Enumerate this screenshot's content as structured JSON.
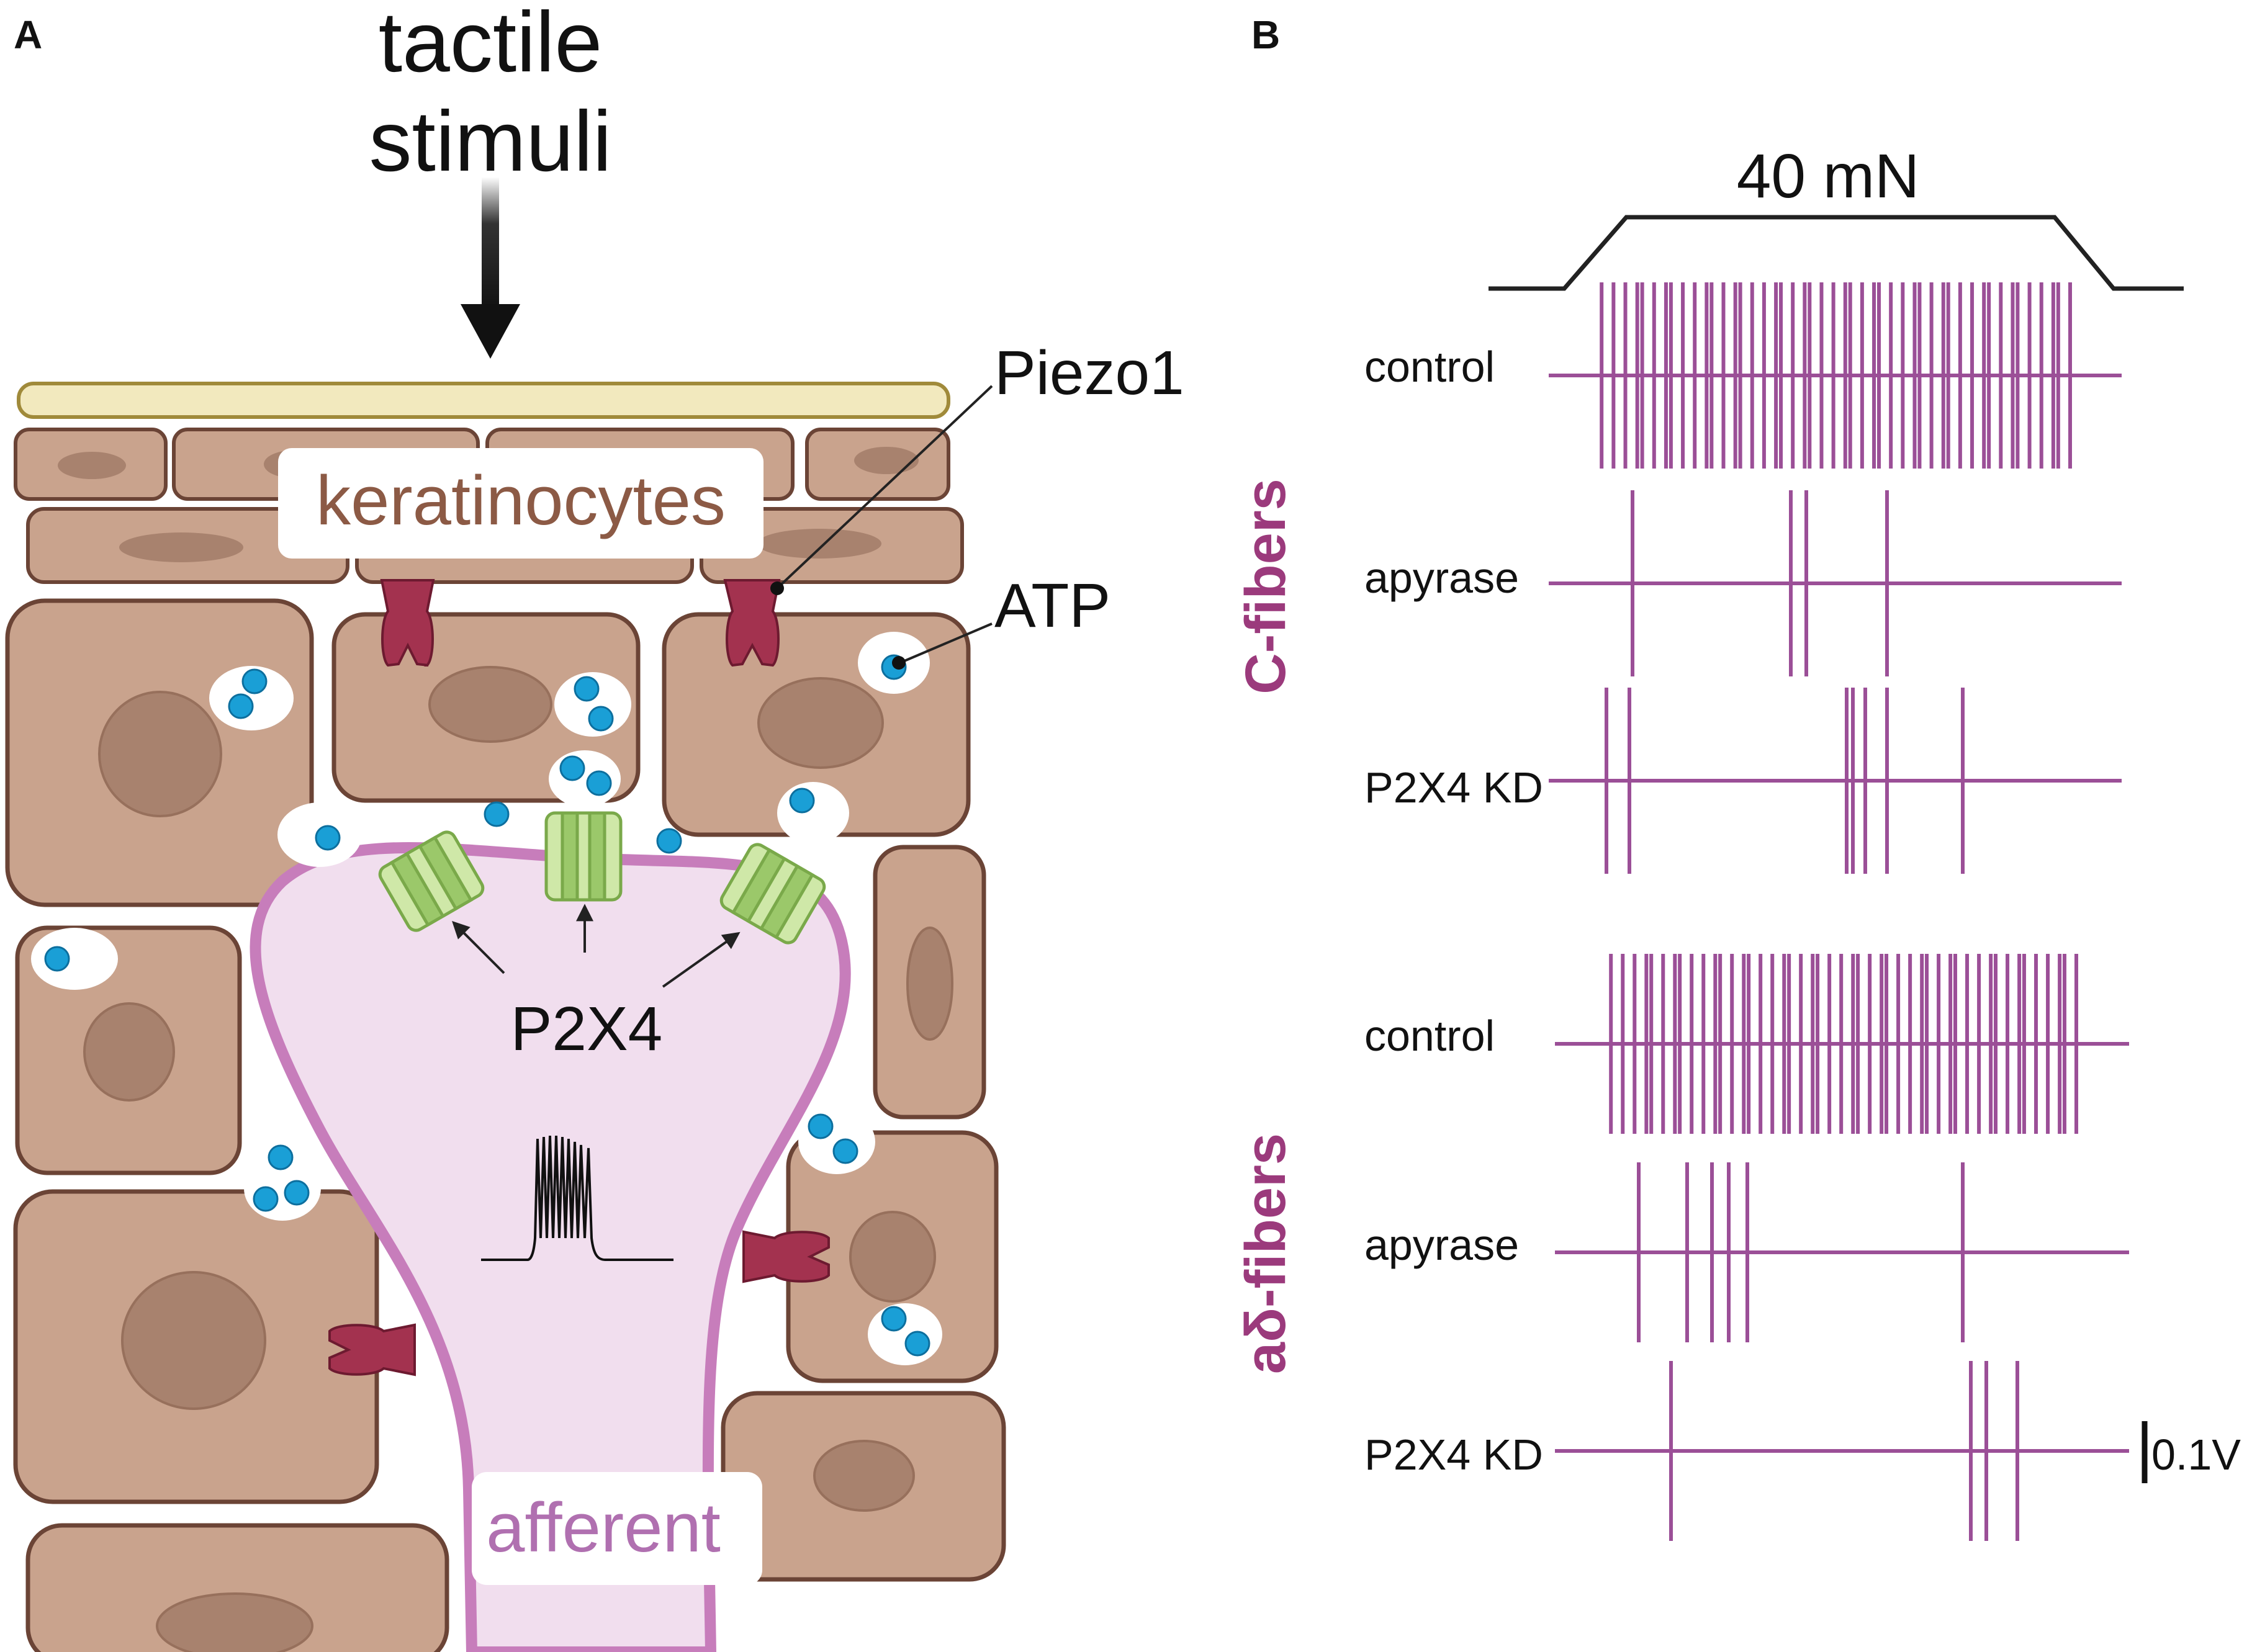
{
  "panel_a": {
    "letter": "A",
    "stimulus_line1": "tactile",
    "stimulus_line2": "stimuli",
    "keratinocytes_label": "keratinocytes",
    "piezo_label": "Piezo1",
    "atp_label": "ATP",
    "p2x4_label": "P2X4",
    "afferent_label": "afferent",
    "colors": {
      "cell_fill": "#c9a38d",
      "cell_border": "#6b4436",
      "nucleus": "#a8826e",
      "stratum_corneum": "#f2e9be",
      "afferent_fill": "#f1deee",
      "afferent_border": "#c77dbb",
      "piezo": "#a3324f",
      "p2x4": "#b8dc84",
      "atp": "#1a9fd6"
    }
  },
  "panel_b": {
    "letter": "B",
    "stimulus_label": "40 mN",
    "scale_bar_label": "0.1V",
    "trace_color": "#9b4f97",
    "groups": [
      {
        "name": "C-fibers",
        "traces": [
          {
            "label": "control",
            "spike_count": 48
          },
          {
            "label": "apyrase",
            "spike_count": 4
          },
          {
            "label": "P2X4 KD",
            "spike_count": 7
          }
        ]
      },
      {
        "name": "aδ-fibers",
        "traces": [
          {
            "label": "control",
            "spike_count": 48
          },
          {
            "label": "apyrase",
            "spike_count": 6
          },
          {
            "label": "P2X4 KD",
            "spike_count": 4
          }
        ]
      }
    ]
  }
}
